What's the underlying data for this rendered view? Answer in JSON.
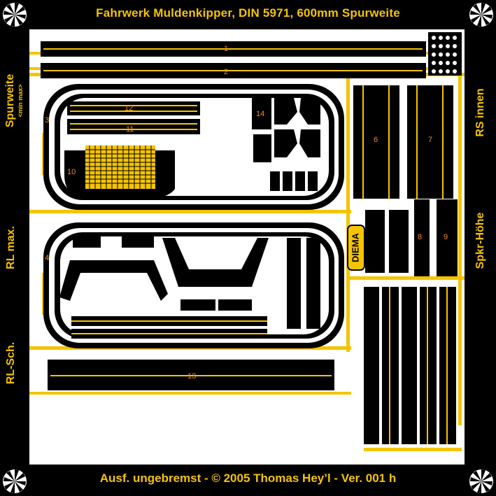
{
  "header": {
    "title": "Fahrwerk Muldenkipper, DIN 5971, 600mm Spurweite"
  },
  "footer": {
    "text": "Ausf. ungebremst - © 2005 Thomas Hey’l - Ver. 001 h"
  },
  "side_labels": {
    "left": [
      "Spurweite",
      "<min max>",
      "RL max.",
      "RL-Sch."
    ],
    "right": [
      "RS innen",
      "Spkr-Höhe"
    ]
  },
  "part_numbers": [
    "1",
    "2",
    "3",
    "4",
    "6",
    "7",
    "8",
    "9",
    "10",
    "11",
    "12",
    "13",
    "14"
  ],
  "stamp": "DIEMA",
  "colors": {
    "sheet": "#000000",
    "board": "#ffffff",
    "brass": "#f5c400",
    "numbers": "#f08a24"
  },
  "icons": [
    "registration-mark-icon"
  ]
}
